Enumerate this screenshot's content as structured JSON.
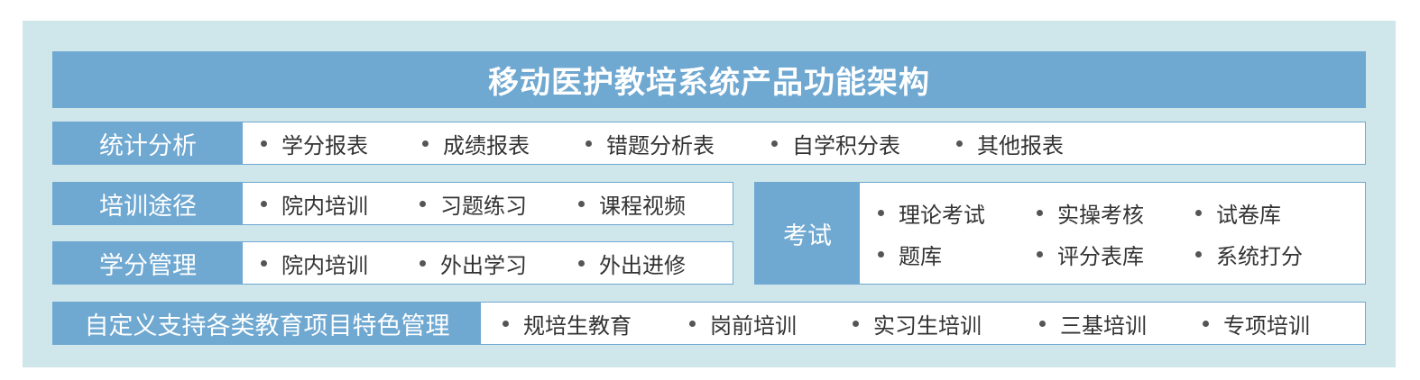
{
  "title": "移动医护教培系统产品功能架构",
  "rows": [
    {
      "label": "统计分析",
      "items": [
        "学分报表",
        "成绩报表",
        "错题分析表",
        "自学积分表",
        "其他报表"
      ]
    },
    {
      "label": "培训途径",
      "items": [
        "院内培训",
        "习题练习",
        "课程视频"
      ]
    },
    {
      "label": "学分管理",
      "items": [
        "院内培训",
        "外出学习",
        "外出进修"
      ]
    },
    {
      "label": "考试",
      "items": [
        "理论考试",
        "实操考核",
        "试卷库",
        "题库",
        "评分表库",
        "系统打分"
      ]
    },
    {
      "label": "自定义支持各类教育项目特色管理",
      "items": [
        "规培生教育",
        "岗前培训",
        "实习生培训",
        "三基培训",
        "专项培训"
      ]
    }
  ]
}
